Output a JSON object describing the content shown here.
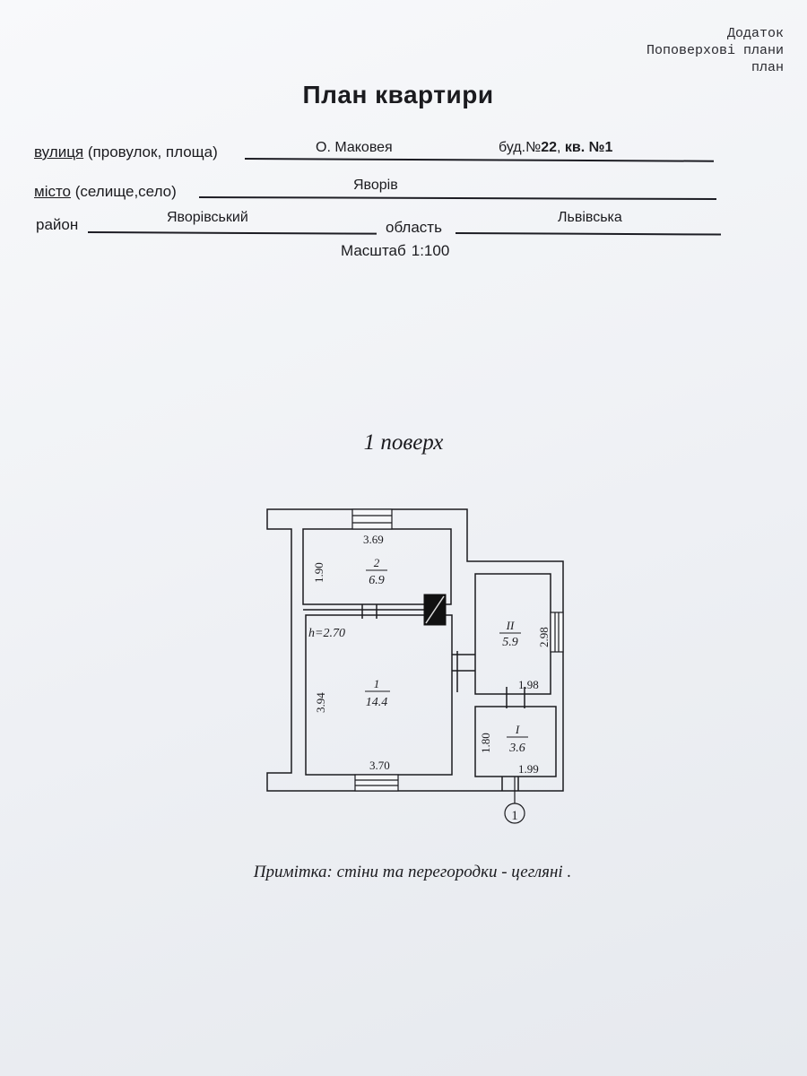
{
  "appendix": {
    "line1": "Додаток",
    "line2": "Поповерхові плани",
    "line3": "план"
  },
  "title": "План квартири",
  "address": {
    "street_label_prefix": "вулиця",
    "street_label_suffix": " (провулок, площа)",
    "street_value": "О. Маковея",
    "building_label": "буд.№",
    "building_number": "22",
    "apartment_label": "кв.",
    "apartment_number": "№1",
    "city_label_prefix": "місто",
    "city_label_suffix": " (селище,село)",
    "city_value": "Яворів",
    "district_label": "район",
    "district_value": "Яворівський",
    "region_label": "область",
    "region_value": "Львівська"
  },
  "scale": {
    "label": "Масштаб",
    "value": "1:100"
  },
  "floor_title": "1 поверх",
  "plan": {
    "ceiling_height": "h=2.70",
    "rooms": [
      {
        "number": "2",
        "area": "6.9"
      },
      {
        "number": "1",
        "area": "14.4"
      },
      {
        "number": "II",
        "area": "5.9"
      },
      {
        "number": "I",
        "area": "3.6"
      }
    ],
    "dimensions": {
      "room2_width": "3.69",
      "room2_depth": "1.90",
      "room1_depth": "3.94",
      "room1_width": "3.70",
      "roomII_depth": "2.98",
      "roomII_width": "1.98",
      "roomI_depth": "1.80",
      "roomI_width": "1.99"
    },
    "axis_marker": "1"
  },
  "note": "Примітка: стіни та перегородки - цегляні ."
}
